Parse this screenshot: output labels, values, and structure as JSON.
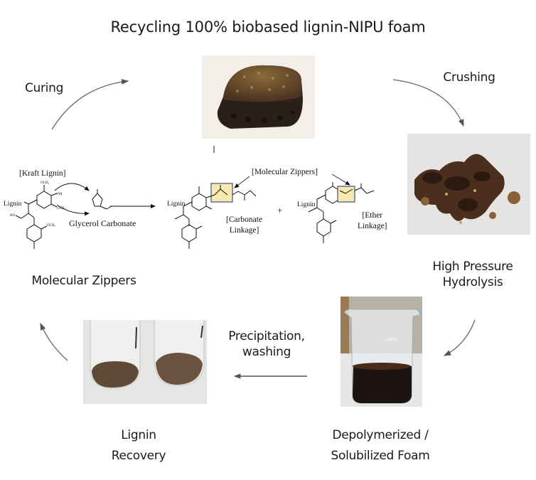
{
  "title": "Recycling 100% biobased lignin-NIPU foam",
  "steps": {
    "curing": "Curing",
    "crushing": "Crushing",
    "hydrolysis_line1": "High Pressure",
    "hydrolysis_line2": "Hydrolysis",
    "precipitation_line1": "Precipitation,",
    "precipitation_line2": "washing",
    "recovery_line1": "Lignin",
    "recovery_line2": "Recovery",
    "depolymerized_line1": "Depolymerized /",
    "depolymerized_line2": "Solubilized Foam",
    "zippers": "Molecular Zippers"
  },
  "scheme": {
    "kraft_lignin": "[Kraft Lignin]",
    "lignin": "Lignin",
    "glycerol_carbonate": "Glycerol Carbonate",
    "molecular_zippers": "[Molecular Zippers]",
    "carbonate_line1": "[Carbonate",
    "carbonate_line2": "Linkage]",
    "ether_line1": "[Ether",
    "ether_line2": "Linkage]",
    "plus": "+",
    "och3": "OCH₃",
    "oh": "OH",
    "ho": "HO"
  },
  "photos": {
    "foam": "lignin-NIPU foam block",
    "crushed": "crushed foam pieces",
    "beaker": "beaker with dark solubilized foam",
    "beaker_brand": "VWR",
    "vials": "recovered lignin powder in vials"
  },
  "colors": {
    "highlight_fill": "#f7e9b0",
    "highlight_border": "#3b4f8c",
    "arrow": "#555555"
  }
}
